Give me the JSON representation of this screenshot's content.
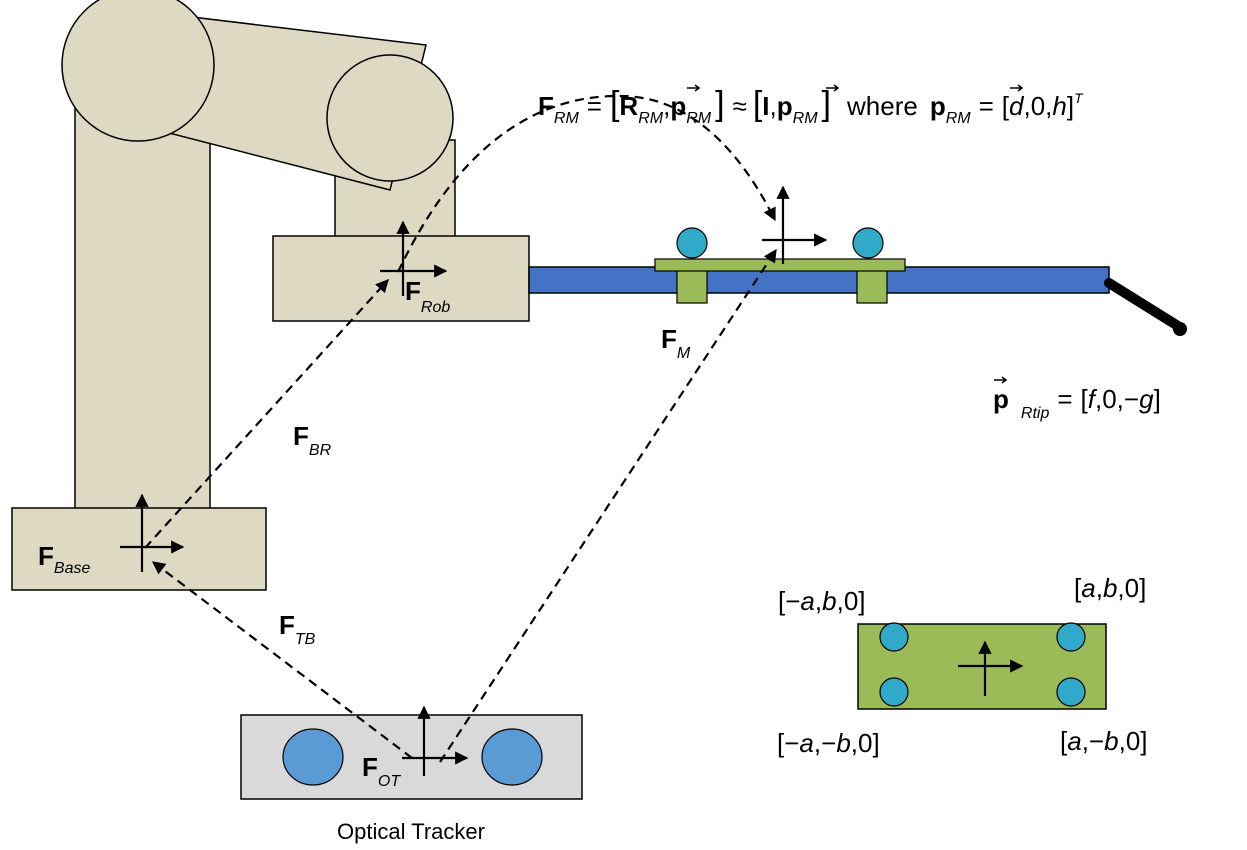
{
  "frames": {
    "base": {
      "main": "F",
      "sub": "Base"
    },
    "rob": {
      "main": "F",
      "sub": "Rob"
    },
    "m": {
      "main": "F",
      "sub": "M"
    },
    "ot": {
      "main": "F",
      "sub": "OT"
    },
    "br": {
      "main": "F",
      "sub": "BR"
    },
    "tb": {
      "main": "F",
      "sub": "TB"
    }
  },
  "equation_top": {
    "lhs_main": "F",
    "lhs_sub": "RM",
    "eq": "=",
    "lb1": "[",
    "R": "R",
    "R_sub": "RM",
    "comma1": ",",
    "p1": "p",
    "p1_sub": "RM",
    "rb1": "]",
    "approx": "≈",
    "lb2": "[",
    "I": "I",
    "comma2": ",",
    "p2": "p",
    "p2_sub": "RM",
    "rb2": "]",
    "where": "where",
    "p3": "p",
    "p3_sub": "RM",
    "eq2": "=",
    "vec_open": "[",
    "d": "d",
    "c1": ",0,",
    "h": "h",
    "vec_close": "]",
    "T": "T"
  },
  "equation_tip": {
    "p": "p",
    "p_sub": "Rtip",
    "eq": "=",
    "open": "[",
    "f": "f",
    "mid": ",0,−",
    "g": "g",
    "close": "]"
  },
  "marker_coords": {
    "tl": {
      "open": "[−",
      "a": "a",
      "c1": ",",
      "b": "b",
      "close": ",0]"
    },
    "tr": {
      "open": "[",
      "a": "a",
      "c1": ",",
      "b": "b",
      "close": ",0]"
    },
    "bl": {
      "open": "[−",
      "a": "a",
      "c1": ",−",
      "b": "b",
      "close": ",0]"
    },
    "br": {
      "open": "[",
      "a": "a",
      "c1": ",−",
      "b": "b",
      "close": ",0]"
    }
  },
  "optical_tracker_label": "Optical Tracker",
  "colors": {
    "robot": "#ddd9c3",
    "tool_shaft": "#4472c4",
    "marker_plate": "#9bbb59",
    "marker_ball": "#31a9c9",
    "tracker_body": "#d9d9d9",
    "tracker_lens": "#5b9bd5"
  }
}
